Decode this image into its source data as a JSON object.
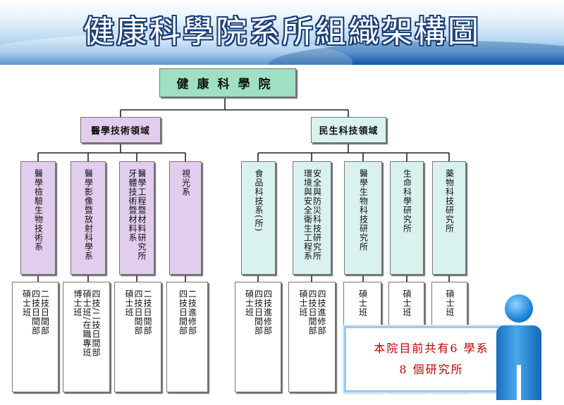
{
  "title": "健康科學院系所組織架構圖",
  "college": "健康科學院",
  "domains": {
    "medical": "醫學技術領域",
    "livelihood": "民生科技領域"
  },
  "departments": [
    "醫學檢驗生物技術系",
    "醫學影像暨放射科學系",
    "牙體技術暨材料系",
    "醫學工程暨材料研究所",
    "視光系",
    "食品科技系(所)",
    "環境與安全衛生工程系",
    "安全與防災科技研究所",
    "醫學生物科技研究所",
    "生命科學研究所",
    "藥物科技研究所"
  ],
  "programs": [
    [
      "碩士班",
      "四技日間部",
      "二技日間部"
    ],
    [
      "博士班",
      "碩士班/在職專班",
      "四技/二技日間部"
    ],
    [
      "碩士班",
      "四技日間部",
      "二技日間部"
    ],
    [
      "四技日間部",
      "二技進修部"
    ],
    [
      "碩士班",
      "四技日間部",
      "四技進修部"
    ],
    [
      "碩士班",
      "四技日間部",
      "四技進修部"
    ],
    [
      "碩士班"
    ],
    [
      "碩士班"
    ],
    [
      "碩士班"
    ]
  ],
  "summary": {
    "line1": "本院目前共有6 學系",
    "line2": "8 個研究所"
  },
  "colors": {
    "top": "#9fe0c4",
    "medical": "#e3cdee",
    "livelihood": "#d9f2f0",
    "summary_text": "#c00000"
  }
}
